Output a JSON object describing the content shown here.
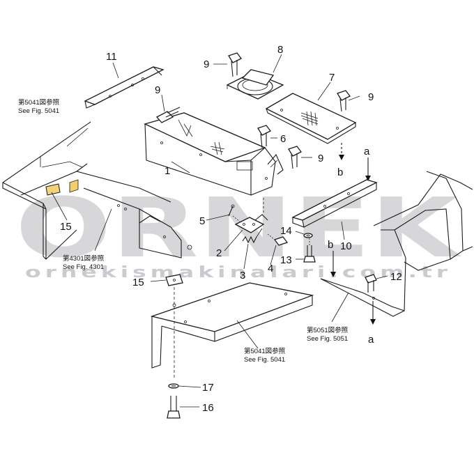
{
  "watermark": {
    "main": "ORNEK",
    "sub": "ornekismakinalari.com.tr"
  },
  "callouts": {
    "c1": "1",
    "c2": "2",
    "c3": "3",
    "c4": "4",
    "c5": "5",
    "c6": "6",
    "c7": "7",
    "c8": "8",
    "c9a": "9",
    "c9b": "9",
    "c9c": "9",
    "c9d": "9",
    "c10": "10",
    "c11": "11",
    "c12": "12",
    "c13": "13",
    "c14": "14",
    "c15a": "15",
    "c15b": "15",
    "c16": "16",
    "c17": "17",
    "a_top": "a",
    "a_bottom": "a",
    "b_top": "b",
    "b_mid": "b"
  },
  "references": {
    "r5041_top_jp": "第5041図参照",
    "r5041_top_en": "See Fig. 5041",
    "r4301_jp": "第4301図参照",
    "r4301_en": "See Fig. 4301",
    "r5041_bot_jp": "第5041図参照",
    "r5041_bot_en": "See Fig. 5041",
    "r5051_jp": "第5051図参照",
    "r5051_en": "See Fig. 5051"
  }
}
